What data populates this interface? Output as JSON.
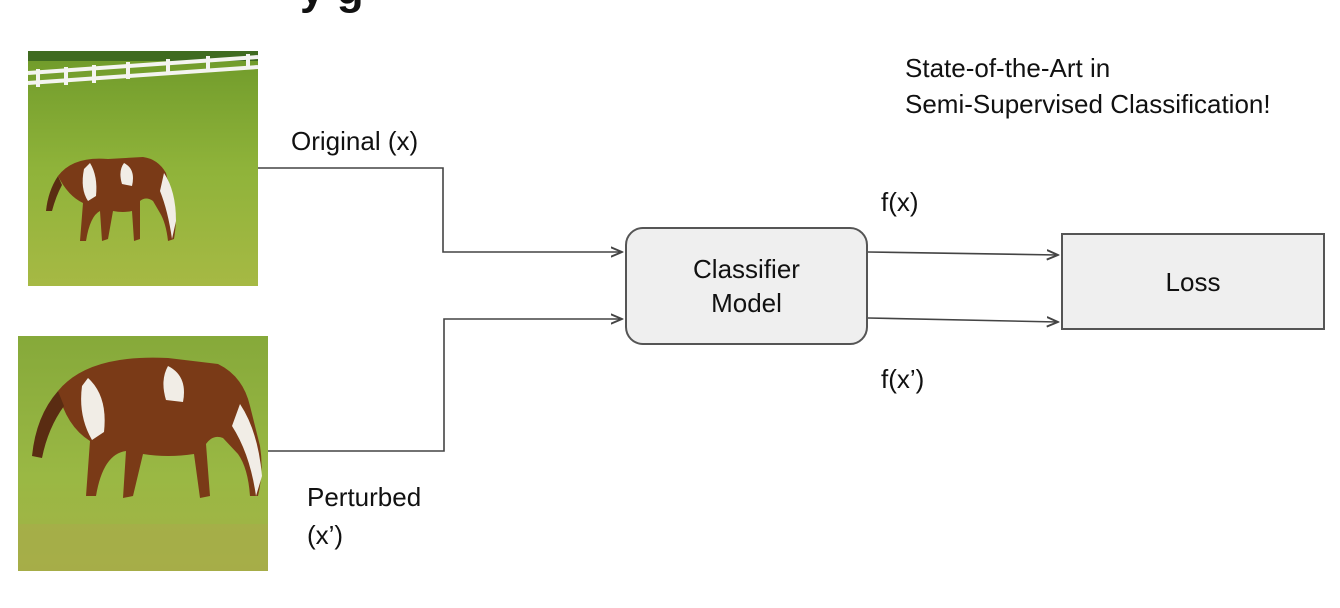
{
  "header": {
    "partial_title": "y g"
  },
  "inputs": {
    "original_label": "Original (x)",
    "perturbed_label_line1": "Perturbed",
    "perturbed_label_line2": "(x’)"
  },
  "model": {
    "line1": "Classifier",
    "line2": "Model"
  },
  "outputs": {
    "fx_label": "f(x)",
    "fxp_label": "f(x’)"
  },
  "loss": {
    "label": "Loss"
  },
  "note": {
    "line1": "State-of-the-Art in",
    "line2": "Semi-Supervised Classification!"
  },
  "colors": {
    "line": "#444444",
    "box_fill": "#efefef",
    "box_border": "#555555",
    "grass": "#7fa32e",
    "horse_brown": "#7a3a17",
    "horse_white": "#f1ede6"
  },
  "icons": {
    "original_image": "horse-photo",
    "perturbed_image": "horse-photo-zoomed"
  }
}
